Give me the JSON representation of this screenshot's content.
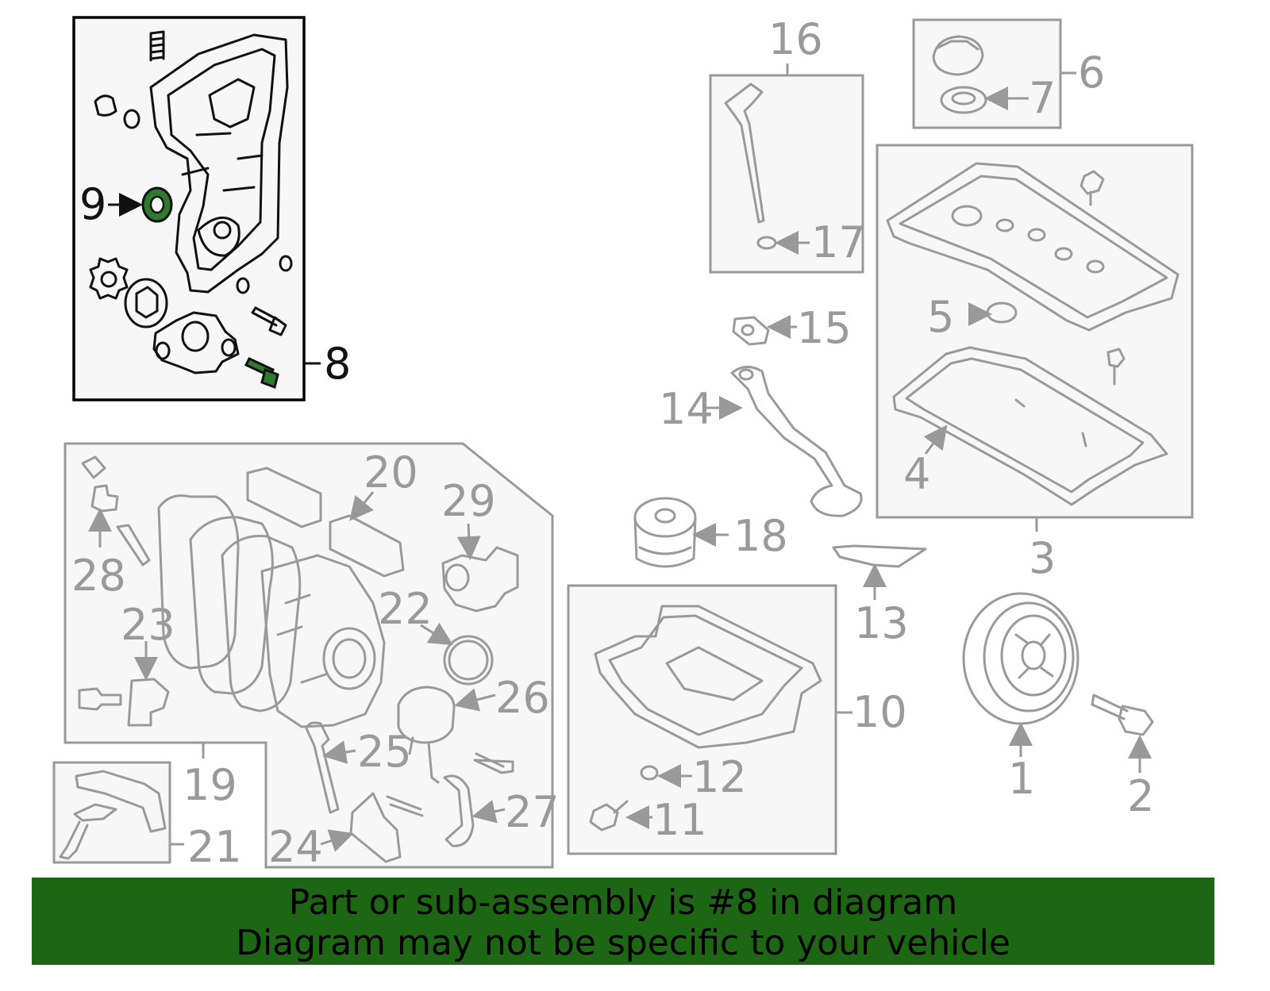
{
  "banner": {
    "line1": "Part or sub-assembly is #8 in diagram",
    "line2": "Diagram may not be specific to your vehicle"
  },
  "highlight_part": "8",
  "colors": {
    "banner_bg": "#1d6614",
    "highlight_fill": "#2f7a2f",
    "active_outline": "#000000",
    "inactive_outline": "#999999"
  },
  "callouts": {
    "c1": "1",
    "c2": "2",
    "c3": "3",
    "c4": "4",
    "c5": "5",
    "c6": "6",
    "c7": "7",
    "c8": "8",
    "c9": "9",
    "c10": "10",
    "c11": "11",
    "c12": "12",
    "c13": "13",
    "c14": "14",
    "c15": "15",
    "c16": "16",
    "c17": "17",
    "c18": "18",
    "c19": "19",
    "c20": "20",
    "c21": "21",
    "c22": "22",
    "c23": "23",
    "c24": "24",
    "c25": "25",
    "c26": "26",
    "c27": "27",
    "c28": "28",
    "c29": "29"
  }
}
